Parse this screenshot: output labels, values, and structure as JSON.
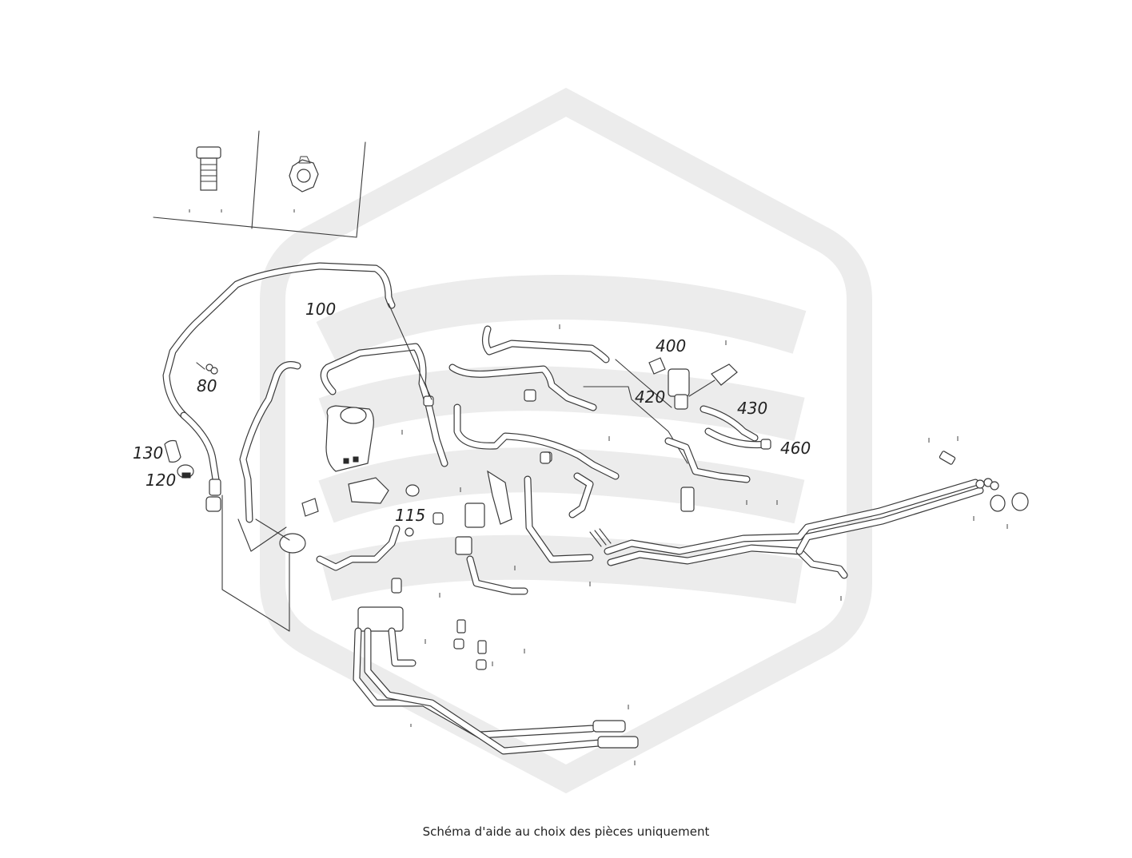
{
  "callouts": {
    "p80": "80",
    "p100": "100",
    "p115": "115",
    "p120": "120",
    "p130": "130",
    "p400": "400",
    "p420": "420",
    "p430": "430",
    "p460": "460"
  },
  "caption": "Schéma d'aide au choix des pièces uniquement",
  "watermark": {
    "icon": "hexagon-logo-watermark",
    "color": "#ececec"
  },
  "colors": {
    "line": "#3a3a3a",
    "background": "#ffffff"
  }
}
